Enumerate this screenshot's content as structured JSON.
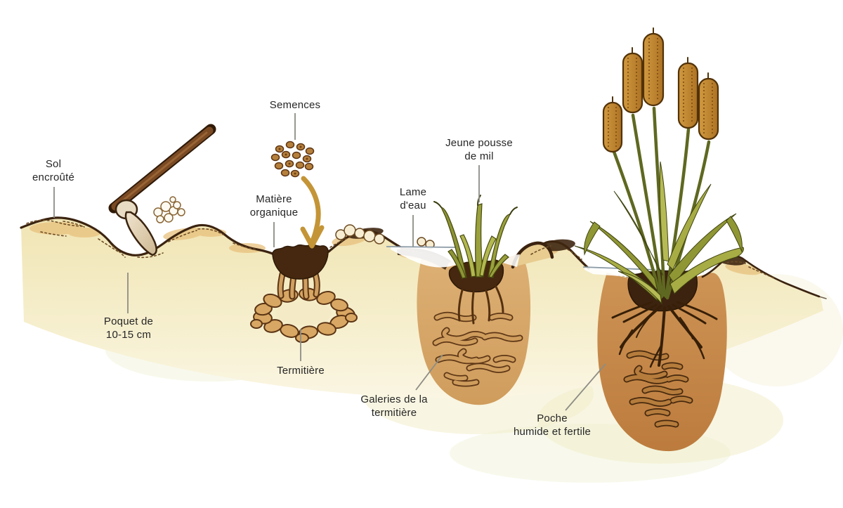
{
  "labels": {
    "sol_encroute": "Sol\nencroûté",
    "semences": "Semences",
    "matiere_organique": "Matière\norganique",
    "poquet": "Poquet de\n10-15 cm",
    "termitiere": "Termitière",
    "lame_eau": "Lame\nd'eau",
    "jeune_pousse": "Jeune pousse\nde mil",
    "galeries": "Galeries de la\ntermitière",
    "poche": "Poche\nhumide et fertile"
  },
  "palette": {
    "background": "#ffffff",
    "soil_light": "#f1e5b5",
    "soil_patch": "#e7c07c",
    "pocket_tan": "#d8a768",
    "pocket_brown": "#c68a49",
    "organic_dark": "#45280f",
    "outline_dark": "#3b2310",
    "arrow_gold": "#c49537",
    "leaf_green": "#a2a83f",
    "head_gold": "#c08c35",
    "water_line": "#8a9aa6",
    "label_text": "#262626",
    "leader_line": "#8d8d85"
  }
}
